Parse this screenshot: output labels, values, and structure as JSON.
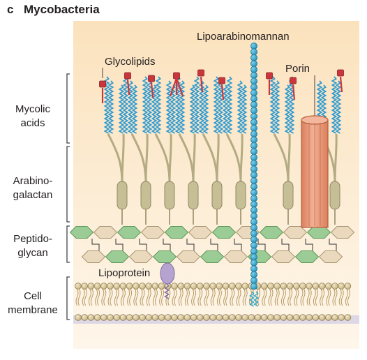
{
  "panel": {
    "letter": "c",
    "title": "Mycobacteria"
  },
  "labels": {
    "lipoarabinomannan": "Lipoarabinomannan",
    "glycolipids": "Glycolipids",
    "porin": "Porin",
    "lipoprotein": "Lipoprotein"
  },
  "layers": [
    {
      "line1": "Mycolic",
      "line2": "acids"
    },
    {
      "line1": "Arabino-",
      "line2": "galactan"
    },
    {
      "line1": "Peptido-",
      "line2": "glycan"
    },
    {
      "line1": "Cell",
      "line2": "membrane"
    }
  ],
  "colors": {
    "background_top": "#fbe2bd",
    "background_bottom": "#fef6ea",
    "mycolic_chain": "#2e9ad0",
    "arabinogalactan": "#c6bf95",
    "glycolipid_head": "#c9373d",
    "porin": "#ec9a7a",
    "peptidoglycan_green": "#9ccc96",
    "peptidoglycan_tan": "#ead9bd",
    "lipoprotein": "#b6a3cf",
    "membrane": "#d8c79c",
    "lipoarabinomannan_bead": "#2ea8cd"
  }
}
